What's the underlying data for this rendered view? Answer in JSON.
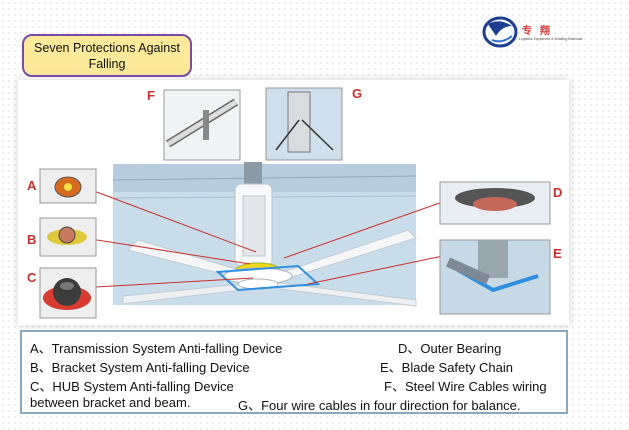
{
  "title": {
    "line1": "Seven Protections Against",
    "line2": "Falling"
  },
  "logo": {
    "icon": "company-logo-icon",
    "text": "专翔",
    "subtitle": "Logistics Equipment & Building Materials"
  },
  "labels": {
    "A": "A",
    "B": "B",
    "C": "C",
    "D": "D",
    "E": "E",
    "F": "F",
    "G": "G"
  },
  "captions": {
    "a": "A、Transmission System Anti-falling Device",
    "b": "B、Bracket System Anti-falling Device",
    "c": "C、HUB System Anti-falling Device",
    "d": "D、Outer Bearing",
    "e": "E、Blade Safety Chain",
    "f": "F、Steel Wire Cables wiring",
    "f_cont": "between bracket and beam.",
    "g": "G、Four wire cables in four direction for balance."
  },
  "colors": {
    "accent_red": "#c9302c",
    "title_bg": "#fde99a",
    "title_border": "#7a4aa8",
    "caption_border": "#8aa8bf"
  }
}
